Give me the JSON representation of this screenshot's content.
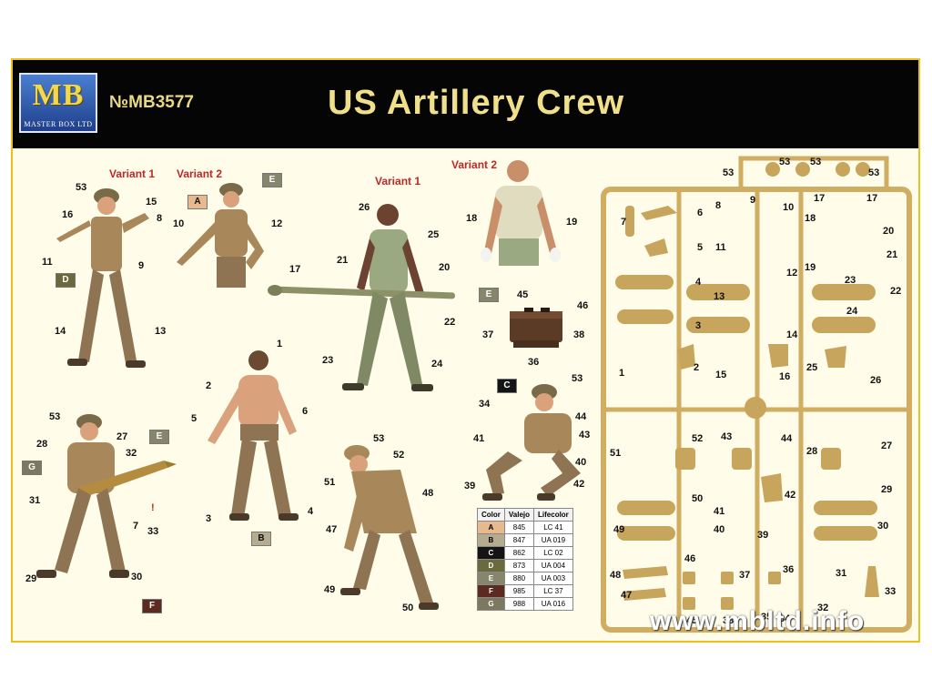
{
  "banner": {
    "logo_letters": "MB",
    "logo_subtitle": "MASTER BOX LTD",
    "catalog_number": "№MB3577",
    "title": "US Artillery Crew"
  },
  "variants": {
    "fig1_v1": "Variant 1",
    "fig1_v2": "Variant 2",
    "fig2_v1": "Variant 1",
    "fig2_v2": "Variant 2"
  },
  "colors": {
    "sand": "#c7a55c",
    "khaki": "#a8875a",
    "olive": "#7a6a47",
    "shirt_green": "#9aa982",
    "skin": "#d9a27c",
    "crate": "#5b3a26",
    "sprue": "#d1ad61",
    "frame": "#e6c21a"
  },
  "color_table": {
    "headers": [
      "Color",
      "Valejo",
      "Lifecolor"
    ],
    "rows": [
      {
        "code": "A",
        "valejo": "845",
        "lifecolor": "LC 41",
        "hex": "#e9b98e"
      },
      {
        "code": "B",
        "valejo": "847",
        "lifecolor": "UA 019",
        "hex": "#b5ab8f"
      },
      {
        "code": "C",
        "valejo": "862",
        "lifecolor": "LC 02",
        "hex": "#141414"
      },
      {
        "code": "D",
        "valejo": "873",
        "lifecolor": "UA 004",
        "hex": "#6a6a3d"
      },
      {
        "code": "E",
        "valejo": "880",
        "lifecolor": "UA 003",
        "hex": "#85866c"
      },
      {
        "code": "F",
        "valejo": "985",
        "lifecolor": "LC 37",
        "hex": "#5b2b22"
      },
      {
        "code": "G",
        "valejo": "988",
        "lifecolor": "UA 016",
        "hex": "#7d7960"
      }
    ]
  },
  "swatches": {
    "fig1_D": "D",
    "fig1_E": "E",
    "fig1_A": "A",
    "crate_E": "E",
    "fig5_C": "C",
    "fig4_G": "G",
    "fig4_E": "E",
    "fig4_F": "F",
    "fig3_B": "B"
  },
  "part_labels": {
    "f1_53": "53",
    "f1_15": "15",
    "f1_16": "16",
    "f1_8": "8",
    "f1_11": "11",
    "f1_9": "9",
    "f1_14": "14",
    "f1_13": "13",
    "f1_10": "10",
    "f1_12": "12",
    "f2_26": "26",
    "f2_25": "25",
    "f2_21": "21",
    "f2_20": "20",
    "f2_17": "17",
    "f2_22": "22",
    "f2_23": "23",
    "f2_24": "24",
    "f2_18": "18",
    "f2_19": "19",
    "cr_45": "45",
    "cr_46": "46",
    "cr_37": "37",
    "cr_38": "38",
    "cr_36": "36",
    "f3_1": "1",
    "f3_2": "2",
    "f3_6": "6",
    "f3_5": "5",
    "f3_3": "3",
    "f3_4": "4",
    "f4_53": "53",
    "f4_27": "27",
    "f4_28": "28",
    "f4_32": "32",
    "f4_31": "31",
    "f4_7": "7",
    "f4_33": "33",
    "f4_29": "29",
    "f4_30": "30",
    "f4_excl": "!",
    "f5_53": "53",
    "f5_34": "34",
    "f5_44": "44",
    "f5_43": "43",
    "f5_41": "41",
    "f5_40": "40",
    "f5_39": "39",
    "f5_42": "42",
    "f6_53": "53",
    "f6_52": "52",
    "f6_51": "51",
    "f6_48": "48",
    "f6_47": "47",
    "f6_49": "49",
    "f6_50": "50"
  },
  "sprue_labels": {
    "s53a": "53",
    "s53b": "53",
    "s53c": "53",
    "s53d": "53",
    "s7": "7",
    "s6": "6",
    "s8": "8",
    "s9": "9",
    "s10": "10",
    "s17a": "17",
    "s17b": "17",
    "s18": "18",
    "s20": "20",
    "s5": "5",
    "s11": "11",
    "s21": "21",
    "s12": "12",
    "s19": "19",
    "s4": "4",
    "s23": "23",
    "s22": "22",
    "s13": "13",
    "s24": "24",
    "s3": "3",
    "s14": "14",
    "s1": "1",
    "s2": "2",
    "s15": "15",
    "s16": "16",
    "s25": "25",
    "s26": "26",
    "s51": "51",
    "s52": "52",
    "s43": "43",
    "s44": "44",
    "s28": "28",
    "s27": "27",
    "s42": "42",
    "s29": "29",
    "s50": "50",
    "s41": "41",
    "s49": "49",
    "s40": "40",
    "s39": "39",
    "s30": "30",
    "s46": "46",
    "s37": "37",
    "s36": "36",
    "s31": "31",
    "s48": "48",
    "s47": "47",
    "s33": "33",
    "s45": "45",
    "s38": "38",
    "s35": "35",
    "s34": "34",
    "s32": "32"
  },
  "watermark": "www.mbltd.info"
}
